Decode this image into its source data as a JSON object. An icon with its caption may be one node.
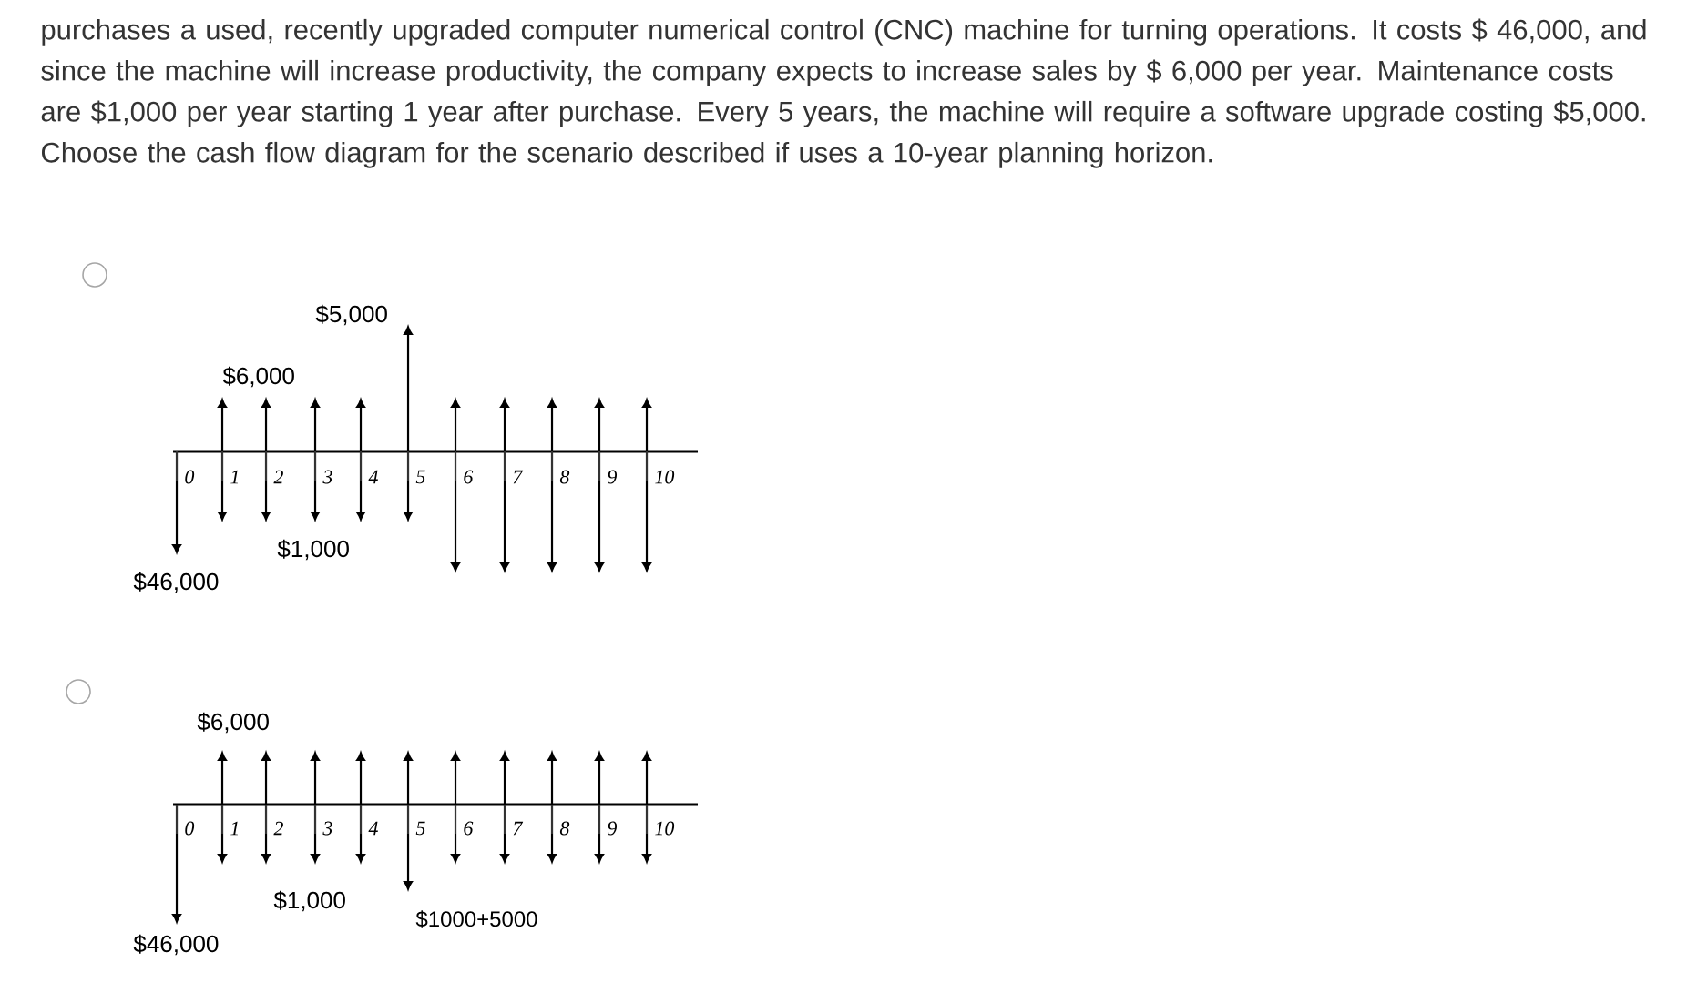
{
  "diagram": {
    "labels": [
      "purchases a used, recently upgraded computer numerical control (CNC) machine for turning operations. It costs $ 46,000, and since the machine will increase productivity, the company expects to increase sales by $ 6,000 per year. Maintenance costs are $1,000 per year starting 1 year after purchase. Every 5 years, the machine will require a software upgrade costing $5,000. Choose the cash flow diagram for the scenario described if uses a 10-year planning horizon.",
      "$5,000",
      "$6,000",
      "0",
      "1",
      "2",
      "3",
      "4",
      "5",
      "6",
      "7",
      "8",
      "9",
      "10",
      "$1,000",
      "$46,000",
      "$6,000",
      "0",
      "1",
      "2",
      "3",
      "4",
      "5",
      "6",
      "7",
      "8",
      "9",
      "10",
      "$1,000",
      "$1000+5000",
      "$46,000"
    ]
  }
}
